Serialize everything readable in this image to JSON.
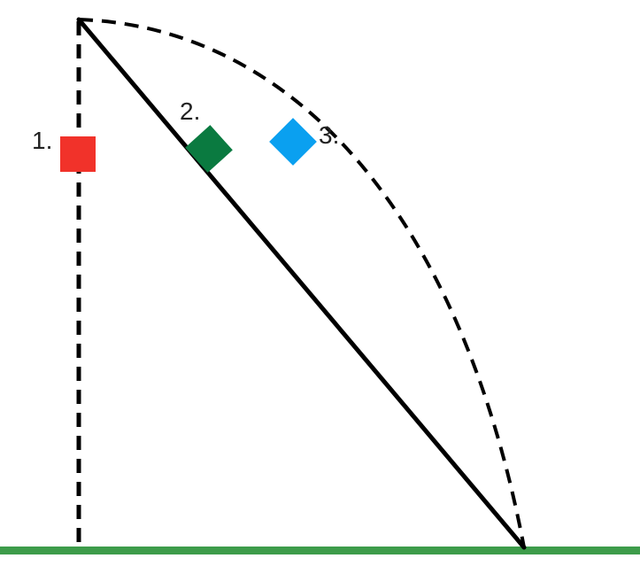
{
  "diagram": {
    "colors": {
      "ground": "#3d9c4a",
      "lines": "#000000",
      "block_1": "#f1322a",
      "block_2": "#0a7a40",
      "block_3": "#0aa0f0"
    },
    "paths": [
      {
        "name": "vertical-drop-path",
        "style": "dashed"
      },
      {
        "name": "straight-incline-path",
        "style": "solid"
      },
      {
        "name": "curved-path",
        "style": "dashed"
      }
    ],
    "blocks": [
      {
        "label": "1.",
        "color": "#f1322a"
      },
      {
        "label": "2.",
        "color": "#0a7a40"
      },
      {
        "label": "3.",
        "color": "#0aa0f0"
      }
    ]
  }
}
